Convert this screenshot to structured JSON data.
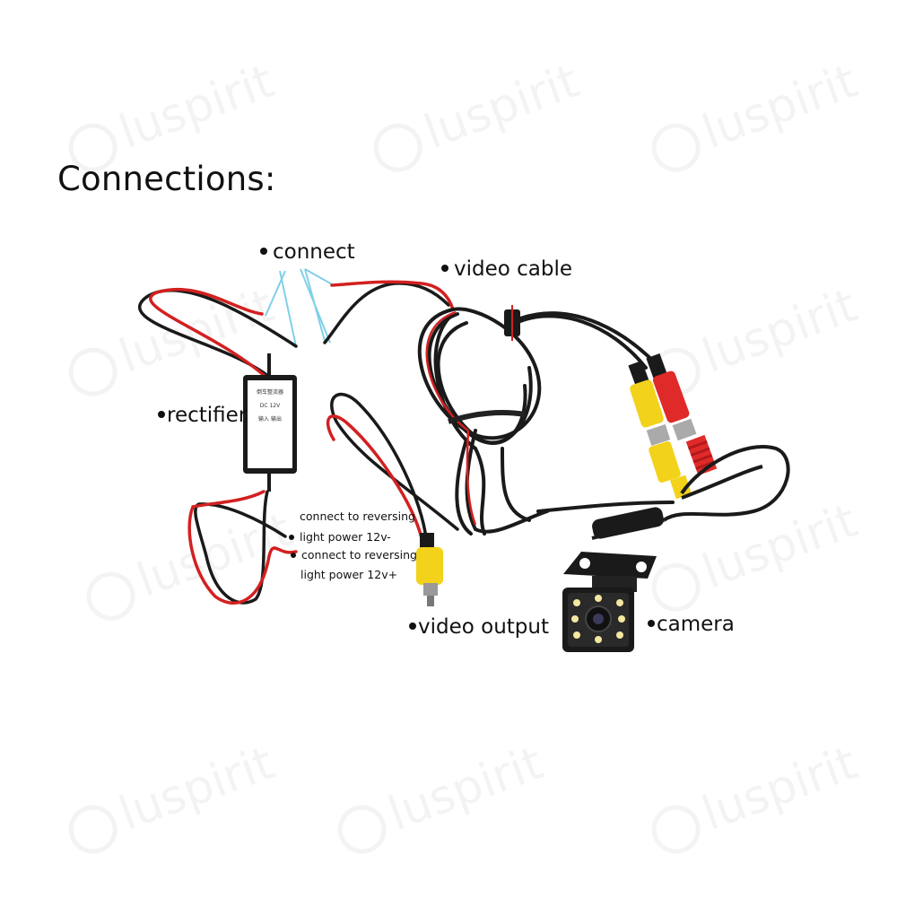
{
  "title": "Connections:",
  "labels": {
    "connect": "connect",
    "video_cable": "video cable",
    "rectifier": "rectifier",
    "video_output": "video output",
    "camera": "camera"
  },
  "notes": {
    "neg_line1": "connect to reversing",
    "neg_line2": "light power 12v-",
    "pos_line1": "connect to reversing",
    "pos_line2": "light power 12v+"
  },
  "rectifier_box_text": [
    "倒车整流器",
    "DC 12V",
    "输入 输出"
  ],
  "watermark": "luspirit",
  "colors": {
    "wire_red": "#d32020",
    "wire_black": "#1a1a1a",
    "rca_yellow": "#f2d21a",
    "rca_red": "#e02a2a",
    "connect_lines": "#7fd0e8"
  }
}
